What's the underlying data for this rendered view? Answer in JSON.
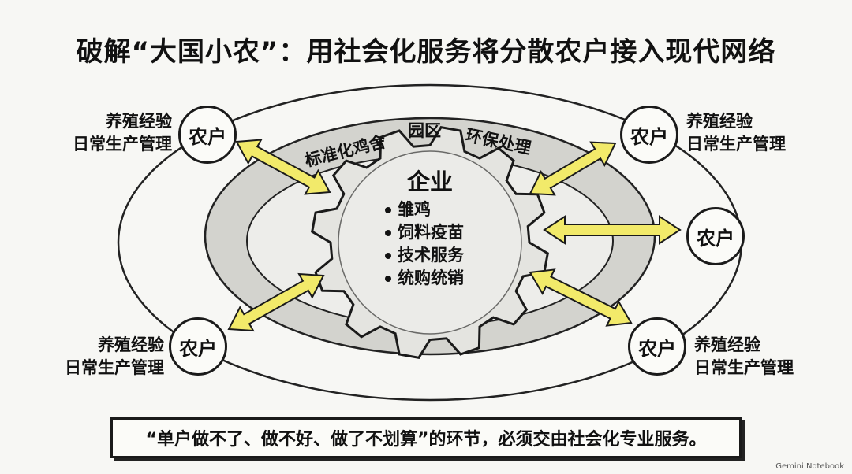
{
  "title": "破解“大国小农”：用社会化服务将分散农户接入现代网络",
  "farmer_label": "农户",
  "farmer_note_line1": "养殖经验",
  "farmer_note_line2": "日常生产管理",
  "enterprise": {
    "title": "企业",
    "items": [
      "雏鸡",
      "饲料疫苗",
      "技术服务",
      "统购统销"
    ]
  },
  "ring_labels": [
    "标准化鸡舍",
    "园区",
    "环保处理"
  ],
  "banner": "“单户做不了、做不好、做了不划算”的环节，必须交由社会化专业服务。",
  "watermark": "Gemini Notebook",
  "colors": {
    "arrow": "#f2ea6a",
    "outline": "#1a1a1a",
    "ring": "#c9c9c4"
  }
}
